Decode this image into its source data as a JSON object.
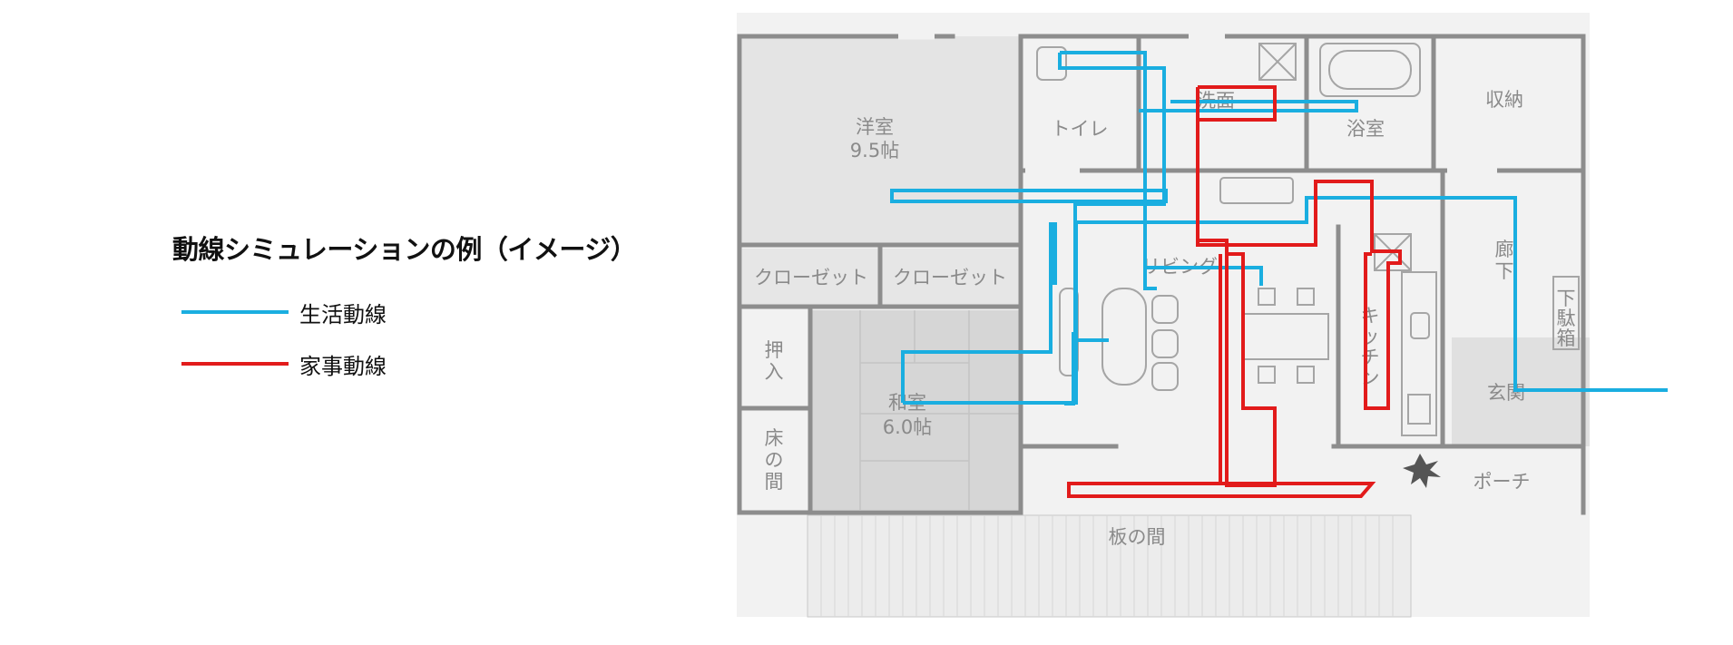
{
  "legend": {
    "title": "動線シミュレーションの例（イメージ）",
    "items": [
      {
        "label": "生活動線",
        "color": "#1aaee0"
      },
      {
        "label": "家事動線",
        "color": "#e21b1b"
      }
    ]
  },
  "rooms": {
    "western_room": [
      "洋室",
      "9.5帖"
    ],
    "toilet": "トイレ",
    "washroom": "洗面",
    "bathroom": "浴室",
    "storage": "収納",
    "closet_1": "クローゼット",
    "closet_2": "クローゼット",
    "living": "リビング",
    "corridor": [
      "廊",
      "下"
    ],
    "shoe_box": [
      "下",
      "駄",
      "箱"
    ],
    "oshiire": [
      "押",
      "入"
    ],
    "japanese_room": [
      "和室",
      "6.0帖"
    ],
    "kitchen": [
      "キ",
      "ッ",
      "チ",
      "ン"
    ],
    "entrance": "玄関",
    "tokonoma": [
      "床",
      "の",
      "間"
    ],
    "porch": "ポーチ",
    "wood_deck": "板の間"
  },
  "colors": {
    "living_route": "#1aaee0",
    "housework_route": "#e21b1b",
    "wall": "#8d8d8d",
    "floor": "#ececec"
  }
}
